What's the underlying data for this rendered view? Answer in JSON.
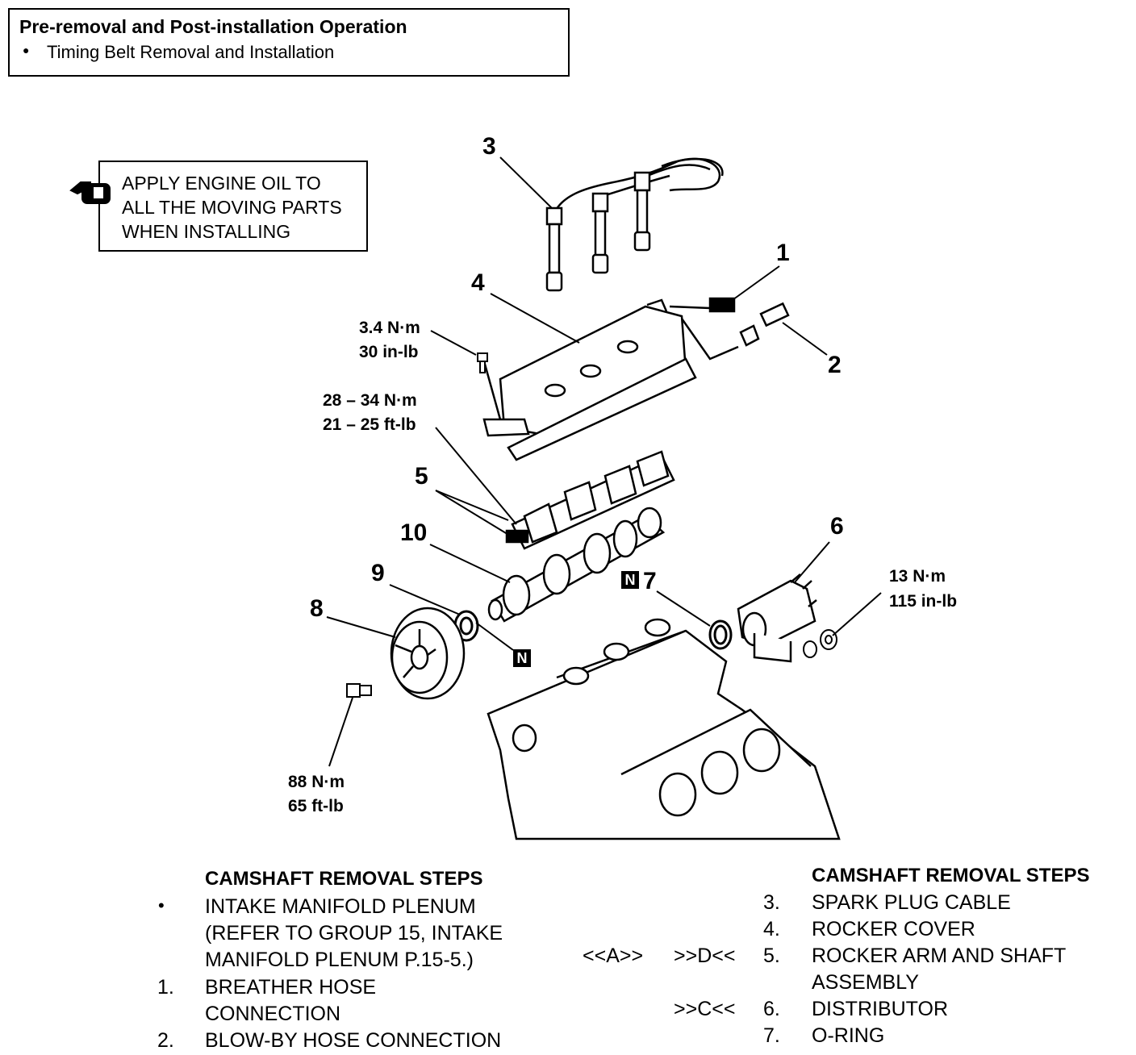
{
  "header": {
    "title": "Pre-removal and Post-installation Operation",
    "items": [
      "Timing Belt Removal and Installation"
    ]
  },
  "oil_note": {
    "lines": [
      "APPLY ENGINE OIL TO",
      "ALL THE MOVING PARTS",
      "WHEN INSTALLING"
    ],
    "icon": "oil-can-icon"
  },
  "callouts": {
    "c1": "1",
    "c2": "2",
    "c3": "3",
    "c4": "4",
    "c5": "5",
    "c6": "6",
    "c7": "7",
    "c8": "8",
    "c9": "9",
    "c10": "10",
    "n_badge": "N"
  },
  "torque_specs": {
    "rocker_cover_bolt": [
      "3.4 N·m",
      "30 in-lb"
    ],
    "rocker_shaft_bolt": [
      "28 – 34 N·m",
      "21 – 25 ft-lb"
    ],
    "distributor_nut": [
      "13 N·m",
      "115 in-lb"
    ],
    "sprocket_bolt": [
      "88 N·m",
      "65 ft-lb"
    ]
  },
  "steps_left": {
    "heading": "CAMSHAFT REMOVAL STEPS",
    "items": [
      {
        "num": "•",
        "lines": [
          "INTAKE MANIFOLD PLENUM",
          "(REFER TO GROUP 15, INTAKE",
          "MANIFOLD PLENUM P.15-5.)"
        ]
      },
      {
        "num": "1.",
        "lines": [
          "BREATHER HOSE",
          "CONNECTION"
        ]
      },
      {
        "num": "2.",
        "lines": [
          "BLOW-BY HOSE CONNECTION"
        ]
      }
    ]
  },
  "steps_right": {
    "heading": "CAMSHAFT REMOVAL STEPS",
    "items": [
      {
        "ref_a": "",
        "ref_b": "",
        "num": "3.",
        "lines": [
          "SPARK PLUG CABLE"
        ]
      },
      {
        "ref_a": "",
        "ref_b": "",
        "num": "4.",
        "lines": [
          "ROCKER COVER"
        ]
      },
      {
        "ref_a": "<<A>>",
        "ref_b": ">>D<<",
        "num": "5.",
        "lines": [
          "ROCKER ARM AND SHAFT",
          "ASSEMBLY"
        ]
      },
      {
        "ref_a": "",
        "ref_b": ">>C<<",
        "num": "6.",
        "lines": [
          "DISTRIBUTOR"
        ]
      },
      {
        "ref_a": "",
        "ref_b": "",
        "num": "7.",
        "lines": [
          "O-RING"
        ]
      }
    ]
  }
}
